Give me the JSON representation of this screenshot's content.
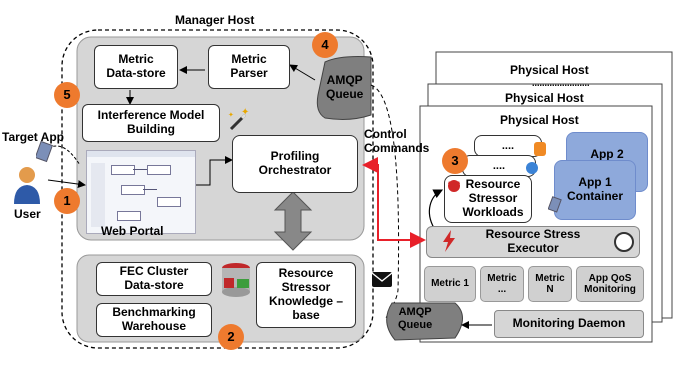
{
  "manager_host": {
    "title": "Manager Host",
    "metric_datastore": "Metric\nData-store",
    "metric_parser": "Metric\nParser",
    "amqp_queue": "AMQP\nQueue",
    "interference_model": "Interference Model\nBuilding",
    "profiling_orchestrator": "Profiling\nOrchestrator",
    "web_portal": "Web Portal",
    "fec_cluster": "FEC Cluster\nData-store",
    "benchmarking": "Benchmarking\nWarehouse",
    "resource_knowledge": "Resource\nStressor\nKnowledge –\nbase"
  },
  "user": {
    "target_app": "Target App",
    "user": "User"
  },
  "control_commands": "Control\nCommands",
  "physical_host": {
    "title": "Physical Host",
    "dots": ".......................",
    "workloads": "Resource\nStressor\nWorkloads",
    "dots_small": "....",
    "app2": "App 2\nContainer",
    "app1": "App 1\nContainer",
    "stress_executor": "Resource Stress\nExecutor",
    "metrics": [
      "Metric 1",
      "Metric\n...",
      "Metric\nN",
      "App QoS\nMonitoring"
    ],
    "monitoring_daemon": "Monitoring Daemon",
    "amqp_queue": "AMQP\nQueue"
  },
  "numbers": [
    "1",
    "2",
    "3",
    "4",
    "5"
  ],
  "colors": {
    "orange": "#ee7a2e",
    "container_blue": "#8ea9db",
    "red_arrow": "#e8202a",
    "grey_panel": "#d6d6d6"
  }
}
